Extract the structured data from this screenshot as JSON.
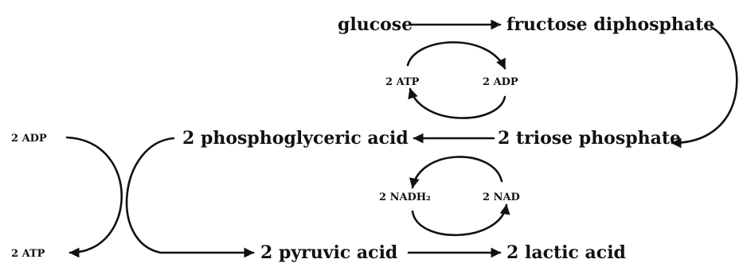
{
  "diagram": {
    "metabolites": {
      "glucose": "glucose",
      "fructose_diphosphate": "fructose diphosphate",
      "triose_phosphate": "2 triose phosphate",
      "phosphoglyceric_acid": "2 phosphoglyceric acid",
      "pyruvic_acid": "2 pyruvic acid",
      "lactic_acid": "2 lactic acid"
    },
    "cofactors": {
      "atp_in": "2 ATP",
      "adp_out": "2 ADP",
      "nadh2": "2 NADH₂",
      "nad": "2 NAD",
      "adp_in": "2 ADP",
      "atp_out": "2 ATP"
    },
    "colors": {
      "ink": "#111111",
      "background": "#ffffff"
    }
  }
}
